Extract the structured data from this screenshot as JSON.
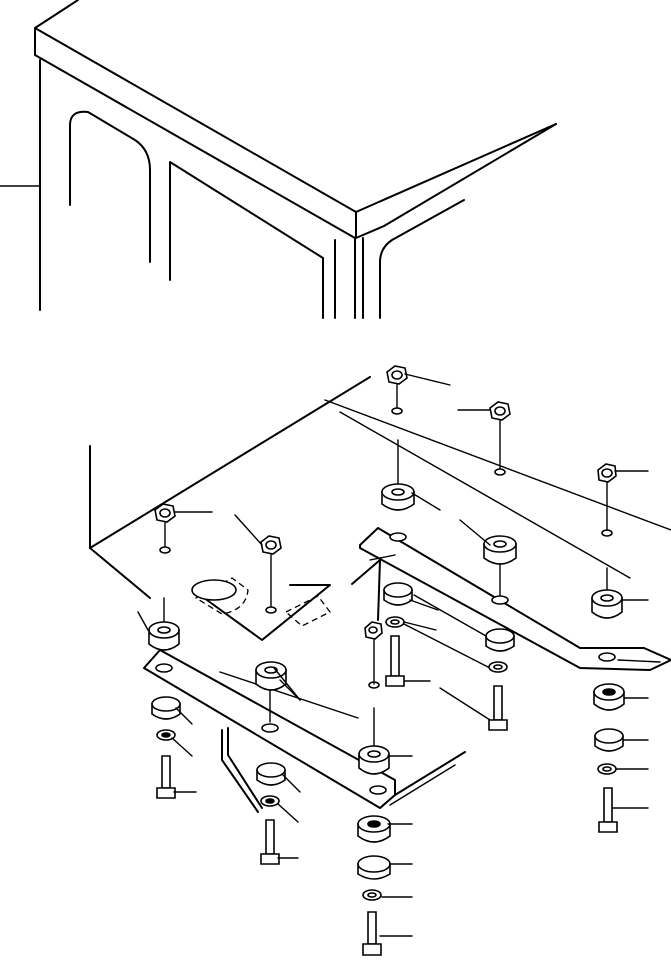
{
  "figure": {
    "type": "exploded-parts-diagram",
    "subject": "cab mounting",
    "colors": {
      "line": "#000000",
      "background": "#ffffff"
    },
    "parts": [
      "cab",
      "cab-floor",
      "mount-bracket-left",
      "mount-bracket-right",
      "lock-nut",
      "rubber-mount-upper",
      "rubber-mount-lower",
      "washer",
      "bolt"
    ]
  }
}
